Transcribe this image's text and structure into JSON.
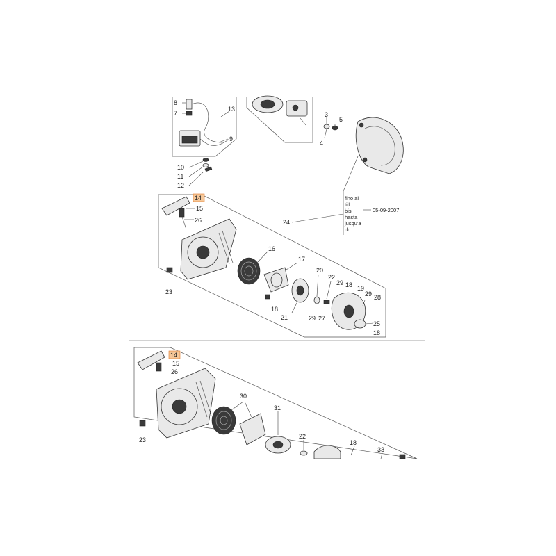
{
  "callouts": {
    "c8": "8",
    "c7": "7",
    "c13": "13",
    "c9": "9",
    "c10": "10",
    "c11": "11",
    "c12": "12",
    "c3": "3",
    "c5": "5",
    "c4": "4",
    "c14a": "14",
    "c15a": "15",
    "c26a": "26",
    "c24": "24",
    "c16a": "16",
    "c17": "17",
    "c20": "20",
    "c22a": "22",
    "c29a": "29",
    "c18a": "18",
    "c19": "19",
    "c29b": "29",
    "c28": "28",
    "c23a": "23",
    "c18b": "18",
    "c21": "21",
    "c29c": "29",
    "c27": "27",
    "c25": "25",
    "c18c": "18",
    "c14b": "14",
    "c15b": "15",
    "c26b": "26",
    "c30": "30",
    "c31": "31",
    "c23b": "23",
    "c22b": "22",
    "c18d": "18",
    "c33": "33"
  },
  "note": {
    "line1": "fino al",
    "line2": "till",
    "line3": "bis",
    "line4": "hasta",
    "line5": "jusqu'a",
    "line6": "do",
    "date": "05-09-2007"
  },
  "colors": {
    "highlight": "#f6c89a",
    "highlight_border": "#e07a2a",
    "line": "#444444"
  }
}
